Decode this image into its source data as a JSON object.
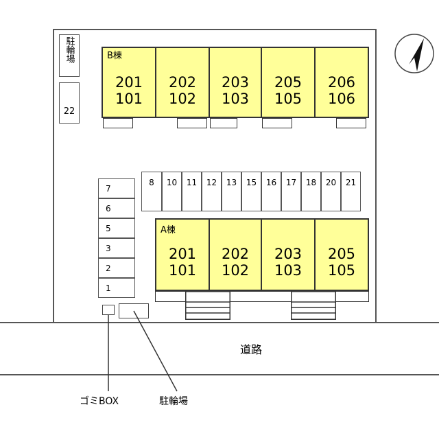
{
  "lot": {
    "bike_parking_top_label": "駐輪場",
    "bike_parking_top_number": "22"
  },
  "building_b": {
    "label": "B棟",
    "units": [
      {
        "upper": "201",
        "lower": "101"
      },
      {
        "upper": "202",
        "lower": "102"
      },
      {
        "upper": "203",
        "lower": "103"
      },
      {
        "upper": "205",
        "lower": "105"
      },
      {
        "upper": "206",
        "lower": "106"
      }
    ]
  },
  "building_a": {
    "label": "A棟",
    "units": [
      {
        "upper": "201",
        "lower": "101"
      },
      {
        "upper": "202",
        "lower": "102"
      },
      {
        "upper": "203",
        "lower": "103"
      },
      {
        "upper": "205",
        "lower": "105"
      }
    ]
  },
  "parking": {
    "top_row": [
      "8",
      "10",
      "11",
      "12",
      "13",
      "15",
      "16",
      "17",
      "18",
      "20",
      "21"
    ],
    "left_column": [
      "7",
      "6",
      "5",
      "3",
      "2",
      "1"
    ]
  },
  "road_label": "道路",
  "callouts": {
    "garbage_box": "ゴミBOX",
    "bike_parking": "駐輪場"
  },
  "compass": {
    "icon": "north-arrow-icon"
  },
  "colors": {
    "unit_fill": "#ffff99",
    "line": "#555555"
  }
}
